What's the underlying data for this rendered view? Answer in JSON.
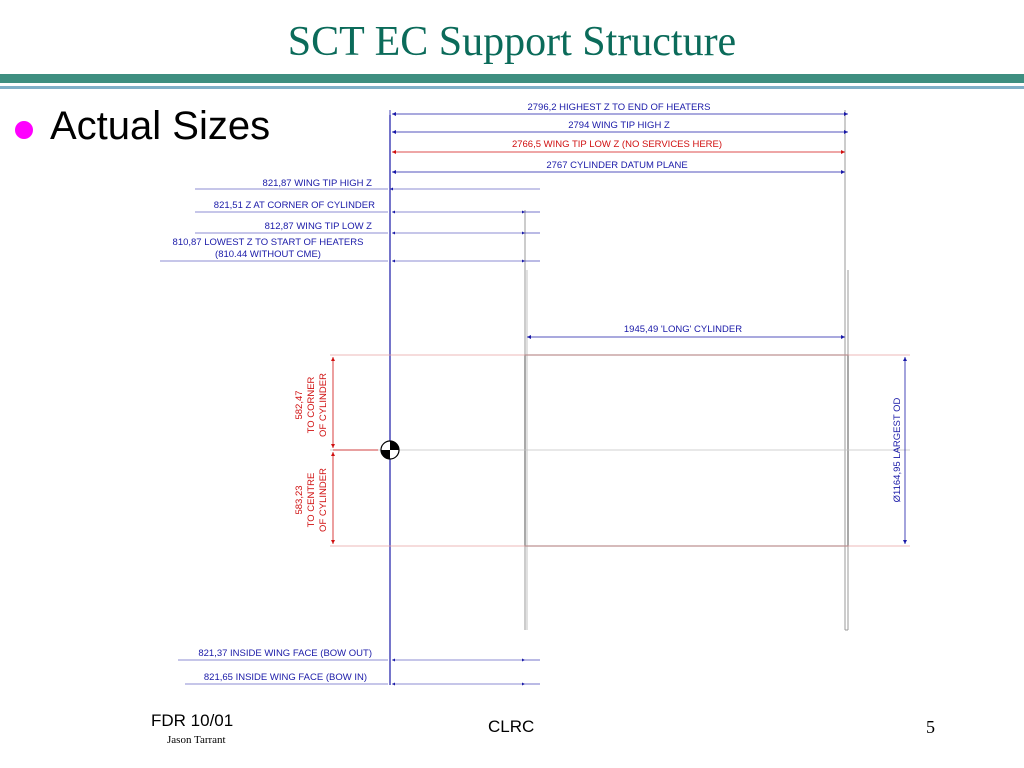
{
  "slide": {
    "title": "SCT EC Support Structure",
    "bullet": "Actual Sizes"
  },
  "dimensions": {
    "highest_z_heaters": "2796,2 HIGHEST Z TO END OF HEATERS",
    "wing_tip_high_z_right": "2794 WING TIP HIGH Z",
    "wing_tip_low_z_right": "2766,5 WING TIP LOW Z (NO SERVICES HERE)",
    "cylinder_datum_plane": "2767 CYLINDER DATUM PLANE",
    "wing_tip_high_z_left": "821,87 WING TIP HIGH Z",
    "z_corner_cylinder": "821,51 Z AT CORNER OF CYLINDER",
    "wing_tip_low_z_left": "812,87 WING TIP LOW Z",
    "lowest_z_heaters_1": "810,87 LOWEST Z TO START OF HEATERS",
    "lowest_z_heaters_2": "(810.44 WITHOUT CME)",
    "long_cylinder": "1945,49 'LONG' CYLINDER",
    "corner_value": "582,47",
    "corner_line2": "TO CORNER",
    "corner_line3": "OF CYLINDER",
    "centre_value": "583,23",
    "centre_line2": "TO CENTRE",
    "centre_line3": "OF CYLINDER",
    "largest_od": "Ø1164,95 LARGEST OD",
    "inside_wing_bow_out": "821,37 INSIDE WING FACE (BOW OUT)",
    "inside_wing_bow_in": "821,65 INSIDE WING FACE (BOW IN)"
  },
  "colors": {
    "title": "#0b6b5a",
    "bullet": "#ff00ff",
    "dimension_blue": "#1a1aa8",
    "dimension_red": "#d01010"
  },
  "footer": {
    "left": "FDR 10/01",
    "author": "Jason Tarrant",
    "center": "CLRC",
    "page": "5"
  }
}
